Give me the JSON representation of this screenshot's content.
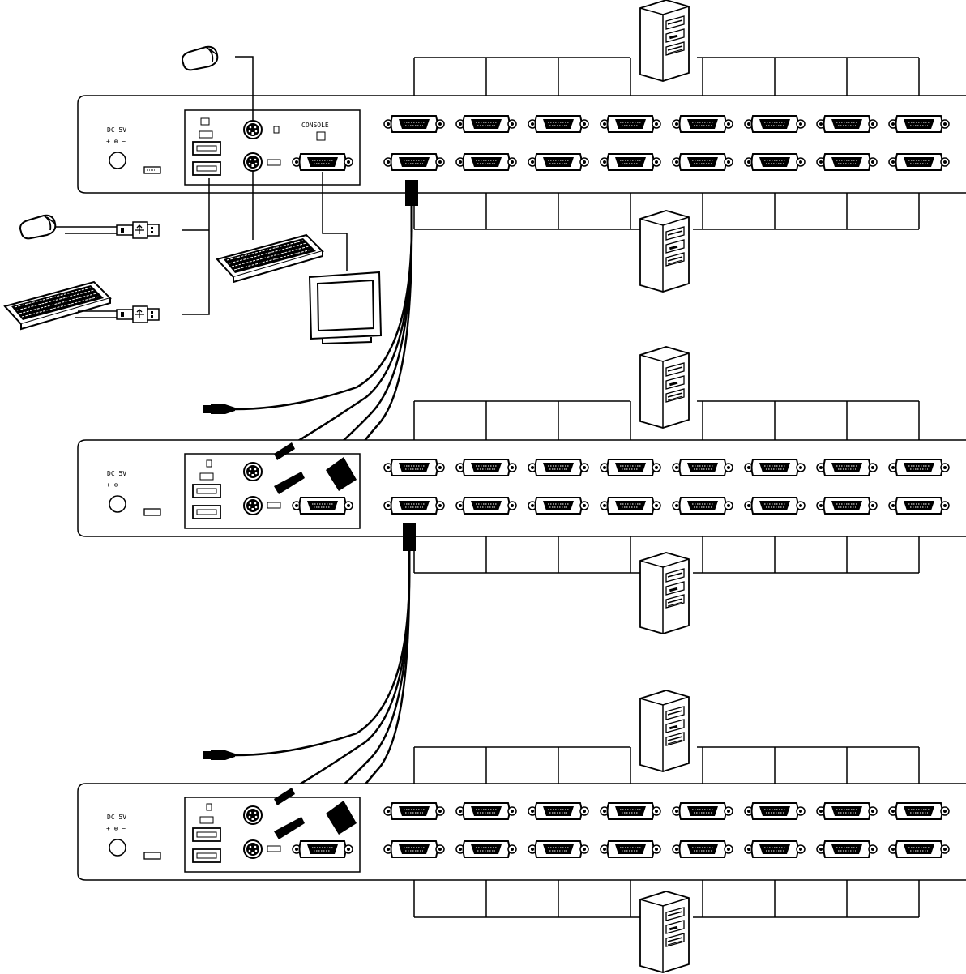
{
  "labels": {
    "power": "DC 5V",
    "polarity": "+ ⊕ −",
    "console": "CONSOLE"
  },
  "colors": {
    "ink": "#000000",
    "paper": "#ffffff"
  },
  "icons": [
    "mouse-icon",
    "keyboard-icon",
    "usb-plug-icon",
    "monitor-icon",
    "computer-tower-icon",
    "vga-port-icon",
    "ps2-port-icon"
  ],
  "structure": {
    "kvm_units": 3,
    "vga_ports_per_row": 8,
    "port_rows_per_unit": 2
  }
}
